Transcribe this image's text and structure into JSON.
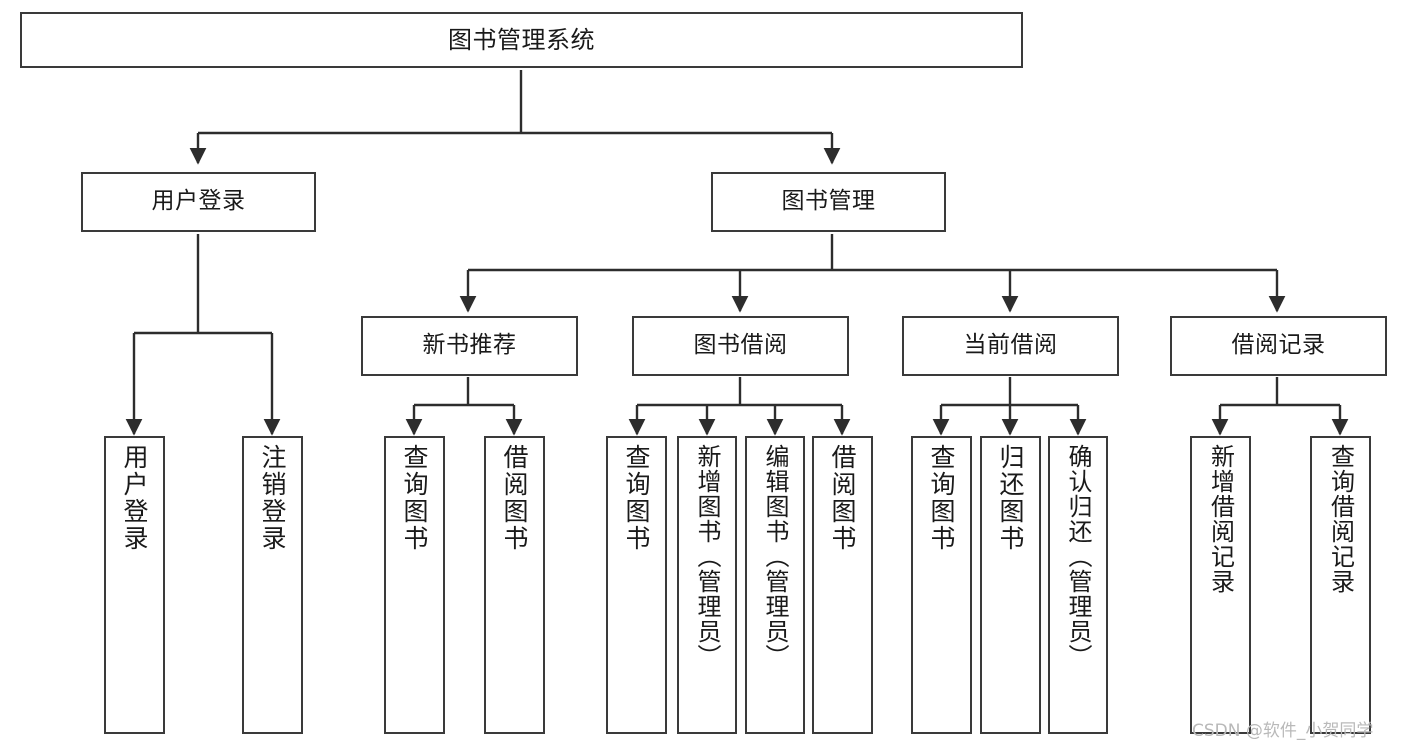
{
  "diagram": {
    "title": "图书管理系统",
    "type": "tree",
    "orientation": "top-down",
    "colors": {
      "box_border": "#3a3a3a",
      "box_fill": "#ffffff",
      "edge": "#2d2d2d",
      "text": "#1a1a1a",
      "watermark": "#b9b9b9",
      "background": "#ffffff"
    },
    "levels": 4
  },
  "nodes": {
    "root": {
      "label": "图书管理系统"
    },
    "level2": [
      {
        "id": "user-login",
        "label": "用户登录"
      },
      {
        "id": "book-management",
        "label": "图书管理"
      }
    ],
    "level3": [
      {
        "id": "new-book-recommend",
        "label": "新书推荐"
      },
      {
        "id": "book-borrow",
        "label": "图书借阅"
      },
      {
        "id": "current-borrow",
        "label": "当前借阅"
      },
      {
        "id": "borrow-record",
        "label": "借阅记录"
      }
    ],
    "leaves": {
      "user_login": [
        {
          "id": "leaf-user-login",
          "label": "用户登录"
        },
        {
          "id": "leaf-logout-login",
          "label": "注销登录"
        }
      ],
      "new_book_recommend": [
        {
          "id": "leaf-query-book-1",
          "label": "查询图书"
        },
        {
          "id": "leaf-borrow-book-1",
          "label": "借阅图书"
        }
      ],
      "book_borrow": [
        {
          "id": "leaf-query-book-2",
          "label": "查询图书"
        },
        {
          "id": "leaf-add-book",
          "label": "新增图书（管理员）"
        },
        {
          "id": "leaf-edit-book",
          "label": "编辑图书（管理员）"
        },
        {
          "id": "leaf-borrow-book-2",
          "label": "借阅图书"
        }
      ],
      "current_borrow": [
        {
          "id": "leaf-query-book-3",
          "label": "查询图书"
        },
        {
          "id": "leaf-return-book",
          "label": "归还图书"
        },
        {
          "id": "leaf-confirm-return",
          "label": "确认归还（管理员）"
        }
      ],
      "borrow_record": [
        {
          "id": "leaf-add-record",
          "label": "新增借阅记录"
        },
        {
          "id": "leaf-query-record",
          "label": "查询借阅记录"
        }
      ]
    }
  },
  "watermark": {
    "text": "CSDN @软件_小贺同学"
  }
}
